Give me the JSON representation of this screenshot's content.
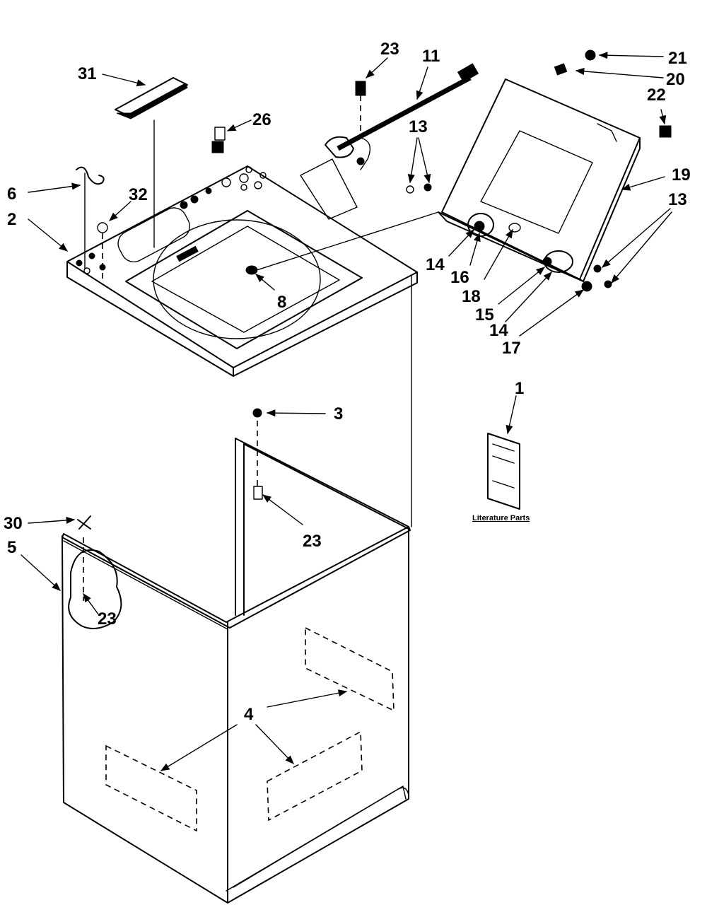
{
  "callouts": {
    "c1": "1",
    "c2": "2",
    "c3": "3",
    "c4": "4",
    "c5": "5",
    "c6": "6",
    "c8": "8",
    "c11": "11",
    "c13a": "13",
    "c13b": "13",
    "c14a": "14",
    "c14b": "14",
    "c15": "15",
    "c16": "16",
    "c17": "17",
    "c18": "18",
    "c19": "19",
    "c20": "20",
    "c21": "21",
    "c22": "22",
    "c23a": "23",
    "c23b": "23",
    "c23c": "23",
    "c26": "26",
    "c30": "30",
    "c31": "31",
    "c32": "32"
  },
  "literature_label": "Literature Parts"
}
